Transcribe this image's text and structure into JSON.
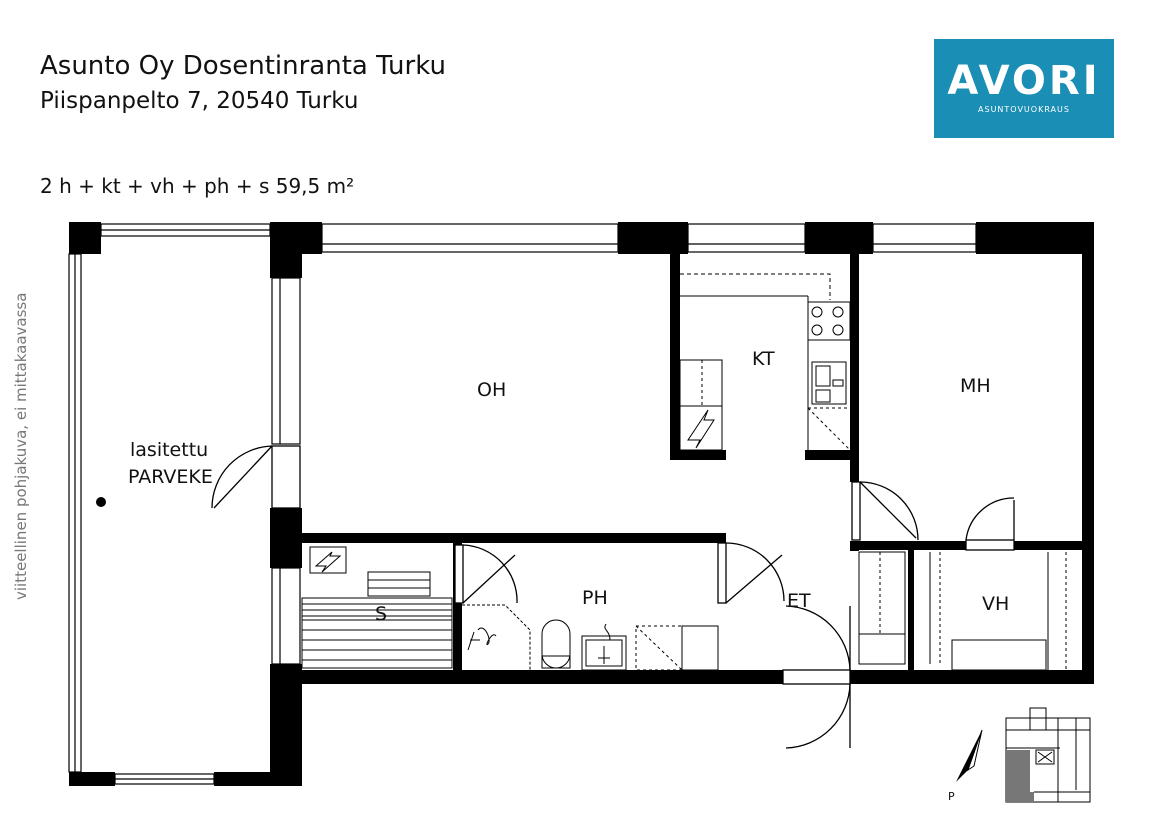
{
  "header": {
    "title": "Asunto Oy Dosentinranta Turku",
    "address": "Piispanpelto 7, 20540 Turku",
    "summary": "2 h + kt + vh + ph + s  59,5 m²"
  },
  "logo": {
    "word": "AVORI",
    "subtitle": "ASUNTOVUOKRAUS",
    "color": "#1a8eb4"
  },
  "side_note": "viitteellinen pohjakuva, ei mittakaavassa",
  "rooms": {
    "balcony_line1": "lasitettu",
    "balcony_line2": "PARVEKE",
    "living": "OH",
    "kitchen": "KT",
    "bedroom": "MH",
    "bathroom": "PH",
    "sauna": "S",
    "hall": "ET",
    "wardrobe": "VH"
  },
  "compass": {
    "label": "P"
  },
  "colors": {
    "wall": "#000000",
    "minimap_fill": "#777777"
  }
}
